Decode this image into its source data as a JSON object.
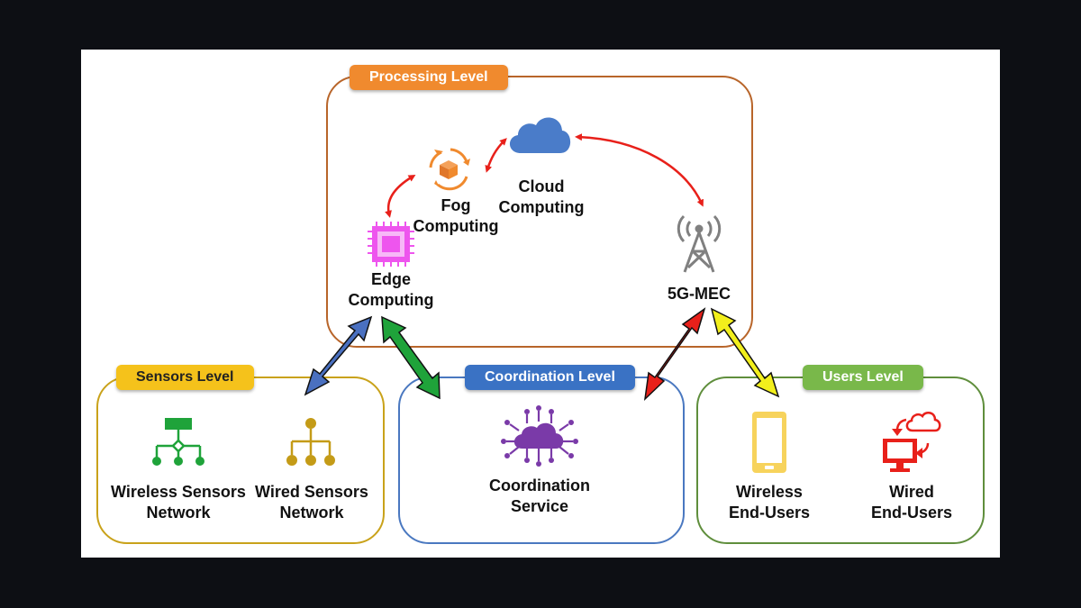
{
  "levels": {
    "processing": {
      "title": "Processing Level",
      "color": "#f08a2e",
      "border": "#b8652a"
    },
    "sensors": {
      "title": "Sensors Level",
      "color": "#f5c21b",
      "border": "#c9a21a"
    },
    "coordination": {
      "title": "Coordination Level",
      "color": "#3a72c4",
      "border": "#4a78c0"
    },
    "users": {
      "title": "Users Level",
      "color": "#79b84a",
      "border": "#5f8e3c"
    }
  },
  "nodes": {
    "cloud": {
      "line1": "Cloud",
      "line2": "Computing",
      "icon": "cloud-icon"
    },
    "fog": {
      "line1": "Fog",
      "line2": "Computing",
      "icon": "fog-box-icon"
    },
    "edge": {
      "line1": "Edge",
      "line2": "Computing",
      "icon": "chip-icon"
    },
    "mec": {
      "line1": "5G-MEC",
      "icon": "cell-tower-icon"
    },
    "wireless_sensors": {
      "line1": "Wireless Sensors",
      "line2": "Network",
      "icon": "wireless-network-icon"
    },
    "wired_sensors": {
      "line1": "Wired Sensors",
      "line2": "Network",
      "icon": "wired-network-icon"
    },
    "coordination": {
      "line1": "Coordination",
      "line2": "Service",
      "icon": "cloud-network-icon"
    },
    "wireless_users": {
      "line1": "Wireless",
      "line2": "End-Users",
      "icon": "smartphone-icon"
    },
    "wired_users": {
      "line1": "Wired",
      "line2": "End-Users",
      "icon": "computer-cloud-icon"
    }
  },
  "arrow_colors": {
    "red": "#e8201a",
    "blue": "#4a70c0",
    "green": "#1fa33a",
    "yellow": "#f2ef1c"
  }
}
